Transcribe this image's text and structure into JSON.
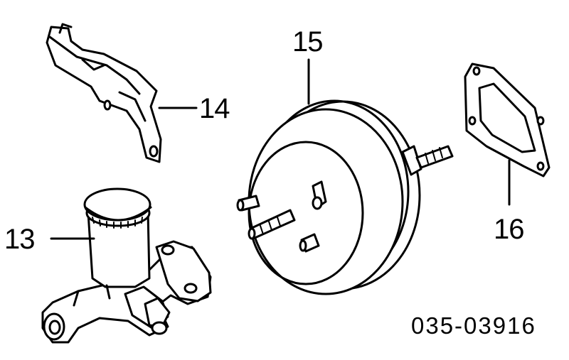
{
  "callouts": {
    "part_13": "13",
    "part_14": "14",
    "part_15": "15",
    "part_16": "16"
  },
  "diagram_code": "035-03916",
  "colors": {
    "ink": "#000000",
    "paper": "#ffffff"
  }
}
